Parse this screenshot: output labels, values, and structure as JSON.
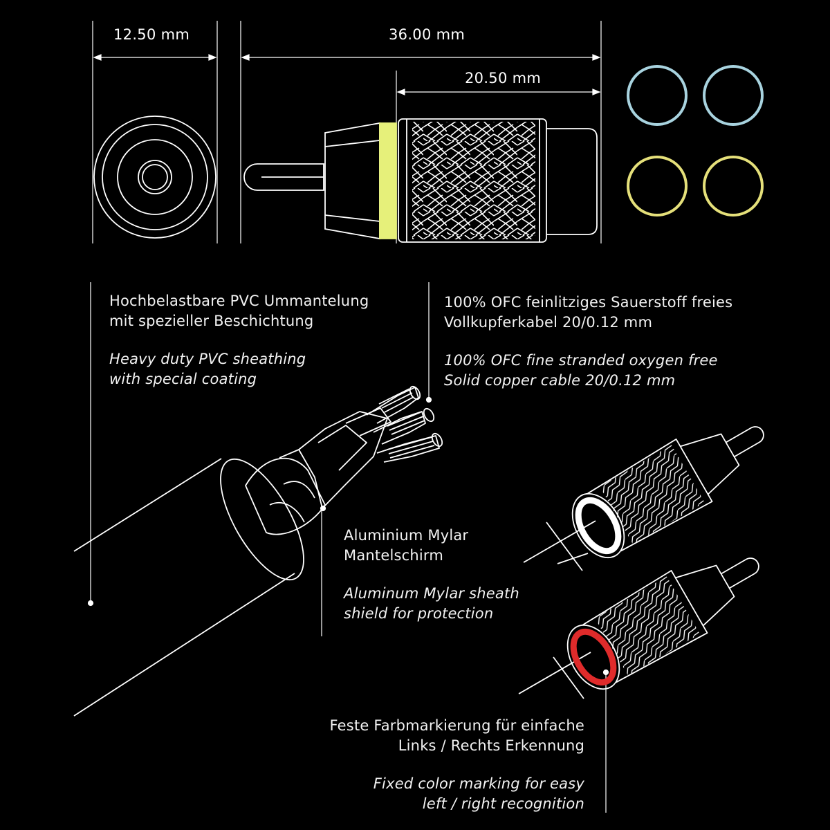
{
  "dimensions": {
    "diameter": "12.50 mm",
    "total_length": "36.00 mm",
    "grip_length": "20.50 mm"
  },
  "color_rings": {
    "colors": [
      "#a8d3df",
      "#a8d3df",
      "#e5e07a",
      "#e5e07a"
    ],
    "marker_color": "#e6f07a"
  },
  "callouts": {
    "sheath": {
      "de": "Hochbelastbare PVC Ummantelung\nmit spezieller Beschichtung",
      "en": "Heavy duty PVC sheathing\nwith special coating"
    },
    "conductor": {
      "de": "100% OFC feinlitziges Sauerstoff freies\nVollkupferkabel 20/0.12 mm",
      "en": "100% OFC fine stranded oxygen free\nSolid copper cable 20/0.12 mm"
    },
    "shield": {
      "de": "Aluminium Mylar\nMantelschirm",
      "en": "Aluminum Mylar sheath\nshield for protection"
    },
    "marking": {
      "de": "Feste Farbmarkierung für einfache\nLinks / Rechts Erkennung",
      "en": "Fixed color marking for easy\nleft / right recognition"
    }
  },
  "connector_colors": {
    "left": "#ffffff",
    "right": "#e02b2b"
  }
}
